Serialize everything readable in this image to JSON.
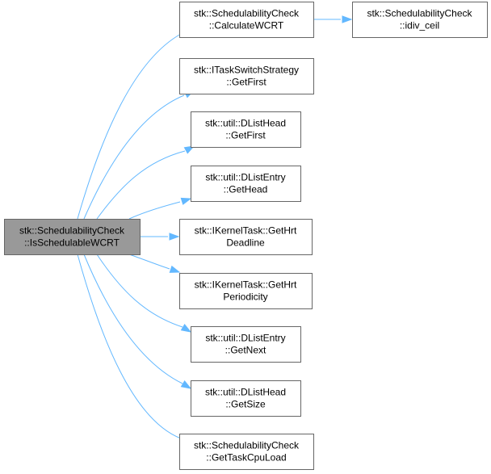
{
  "diagram": {
    "root": {
      "id": "root",
      "lines": [
        "stk::SchedulabilityCheck",
        "::IsSchedulableWCRT"
      ]
    },
    "nodes": [
      {
        "id": "calc_wcrt",
        "lines": [
          "stk::SchedulabilityCheck",
          "::CalculateWCRT"
        ]
      },
      {
        "id": "idiv_ceil",
        "lines": [
          "stk::SchedulabilityCheck",
          "::idiv_ceil"
        ]
      },
      {
        "id": "get_first_strategy",
        "lines": [
          "stk::ITaskSwitchStrategy",
          "::GetFirst"
        ]
      },
      {
        "id": "dlisthead_getfirst",
        "lines": [
          "stk::util::DListHead",
          "::GetFirst"
        ]
      },
      {
        "id": "dlistentry_gethead",
        "lines": [
          "stk::util::DListEntry",
          "::GetHead"
        ]
      },
      {
        "id": "get_hrt_deadline",
        "lines": [
          "stk::IKernelTask::GetHrt",
          "Deadline"
        ]
      },
      {
        "id": "get_hrt_periodicity",
        "lines": [
          "stk::IKernelTask::GetHrt",
          "Periodicity"
        ]
      },
      {
        "id": "dlistentry_getnext",
        "lines": [
          "stk::util::DListEntry",
          "::GetNext"
        ]
      },
      {
        "id": "dlisthead_getsize",
        "lines": [
          "stk::util::DListHead",
          "::GetSize"
        ]
      },
      {
        "id": "get_task_cpu_load",
        "lines": [
          "stk::SchedulabilityCheck",
          "::GetTaskCpuLoad"
        ]
      }
    ],
    "edges": [
      {
        "from": "root",
        "to": "calc_wcrt"
      },
      {
        "from": "root",
        "to": "get_first_strategy"
      },
      {
        "from": "root",
        "to": "dlisthead_getfirst"
      },
      {
        "from": "root",
        "to": "dlistentry_gethead"
      },
      {
        "from": "root",
        "to": "get_hrt_deadline"
      },
      {
        "from": "root",
        "to": "get_hrt_periodicity"
      },
      {
        "from": "root",
        "to": "dlistentry_getnext"
      },
      {
        "from": "root",
        "to": "dlisthead_getsize"
      },
      {
        "from": "root",
        "to": "get_task_cpu_load"
      },
      {
        "from": "calc_wcrt",
        "to": "idiv_ceil"
      }
    ]
  },
  "colors": {
    "edge": "#63b8ff",
    "node_border": "#666666",
    "root_fill": "#999999",
    "node_fill": "#ffffff",
    "text": "#000000"
  }
}
